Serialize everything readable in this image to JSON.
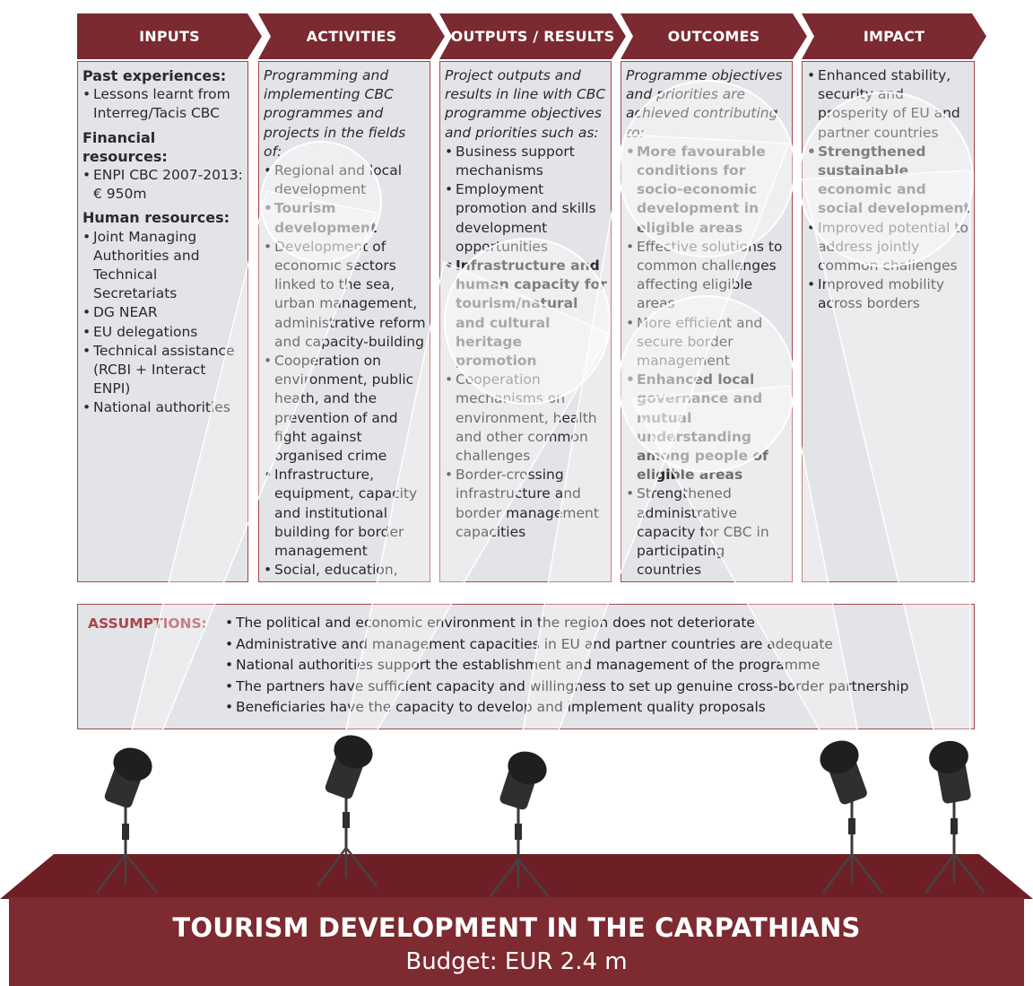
{
  "headers": [
    "INPUTS",
    "ACTIVITIES",
    "OUTPUTS / RESULTS",
    "OUTCOMES",
    "IMPACT"
  ],
  "inputs": {
    "past_head": "Past experiences:",
    "past_items": [
      "Lessons learnt from Interreg/Tacis CBC"
    ],
    "financial_head": "Financial resources:",
    "financial_items": [
      "ENPI CBC 2007-2013: € 950m"
    ],
    "human_head": "Human resources:",
    "human_items": [
      "Joint Managing Authorities and Technical Secretariats",
      "DG NEAR",
      "EU delegations",
      "Technical assistance (RCBI + Interact ENPI)",
      "National authorities"
    ]
  },
  "activities": {
    "intro": "Programming and implementing CBC programmes and projects in the fields of:",
    "items": [
      "Regional and local development",
      "Tourism development",
      "Development of economic sectors linked to the sea, urban management, administrative reform and capacity-building",
      "Cooperation on environment, public heath, and the prevention of and fight against organised crime",
      "Infrastructure, equipment, capacity and institutional building for border management",
      "Social, education, culture, media and civil society development"
    ]
  },
  "outputs": {
    "intro": "Project outputs and results in line with CBC programme objectives and priorities such as:",
    "items": [
      "Business support mechanisms",
      "Employment promotion and skills development opportunities",
      "Infrastructure and human capacity for tourism/natural and cultural heritage promotion",
      "Cooperation mechanisms on environment, health and other common challenges",
      "Border-crossing infrastructure and border management capacities"
    ]
  },
  "outcomes": {
    "intro": "Programme objectives and priorities are achieved contributing to:",
    "items": [
      "More favourable conditions for socio-economic development in eligible areas",
      "Effective solutions to common challenges affecting eligible areas",
      "More efficient and secure border management",
      "Enhanced local governance and mutual understanding among people of eligible areas",
      "Strengthened administrative capacity for CBC in participating countries"
    ]
  },
  "impact": {
    "items": [
      "Enhanced stability, security and prosperity of EU and partner countries",
      "Strengthened sustainable economic and social development",
      "Improved potential to address jointly common challenges",
      "Improved mobility across borders"
    ]
  },
  "assumptions": {
    "label": "ASSUMPTIONS:",
    "items": [
      "The political and economic environment in the region does not deteriorate",
      "Administrative and management capacities in EU and partner countries are adequate",
      "National authorities support the establishment and management of the programme",
      "The partners have sufficient capacity and willingness to set up genuine cross-border partnership",
      "Beneficiaries have the capacity to develop and implement quality proposals"
    ]
  },
  "stage": {
    "title": "TOURISM DEVELOPMENT IN THE CARPATHIANS",
    "budget": "Budget: EUR 2.4 m"
  },
  "colors": {
    "banner": "#7a2a30",
    "border": "#a8454b",
    "panel": "#e3e4e7",
    "stage": "#7d2a30"
  }
}
